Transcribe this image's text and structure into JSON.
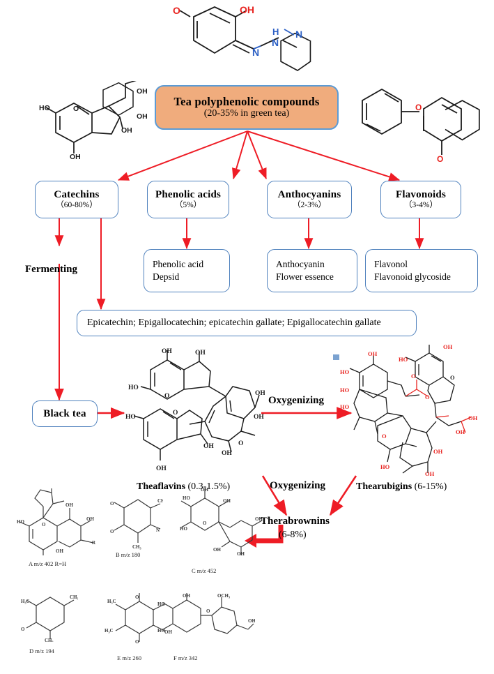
{
  "diagram": {
    "title": "Tea polyphenolic compounds pathway",
    "colors": {
      "arrow": "#ee1c25",
      "box_border": "#4f81bd",
      "main_fill": "#f0ac7d",
      "main_border": "#5b9bd5",
      "chem_black": "#1a1a1a",
      "chem_red": "#e8231f",
      "chem_blue": "#2b5fc4"
    },
    "main_node": {
      "title": "Tea polyphenolic compounds",
      "subtitle": "(20-35% in green tea)"
    },
    "categories": [
      {
        "name": "Catechins",
        "percent": "（60-80%）"
      },
      {
        "name": "Phenolic acids",
        "percent": "（5%）"
      },
      {
        "name": "Anthocyanins",
        "percent": "（2-3%）"
      },
      {
        "name": "Flavonoids",
        "percent": "（3-4%）"
      }
    ],
    "sub_boxes": {
      "phenolic_acids": [
        "Phenolic acid",
        "Depsid"
      ],
      "anthocyanins": [
        "Anthocyanin",
        "Flower essence"
      ],
      "flavonoids": [
        "Flavonol",
        "Flavonoid glycoside"
      ]
    },
    "catechin_members": "Epicatechin; Epigallocatechin; epicatechin gallate; Epigallocatechin gallate",
    "process_labels": {
      "fermenting": "Fermenting",
      "oxygenizing_right": "Oxygenizing",
      "oxygenizing_down": "Oxygenizing"
    },
    "black_tea": "Black tea",
    "products": [
      {
        "name": "Theaflavins",
        "percent": "(0.3-1.5%)"
      },
      {
        "name": "Thearubigins",
        "percent": "(6-15%)"
      }
    ],
    "therabrownins": {
      "name": "Therabrownins",
      "percent": "(6-8%)"
    },
    "compound_captions": [
      "A  m/z 402 R=H",
      "B  m/z 180",
      "C  m/z 452",
      "D  m/z 194",
      "E  m/z 260",
      "F  m/z 342"
    ],
    "structure_atom_labels": {
      "top_quinone_hydrazone": [
        "O",
        "OH",
        "N",
        "H",
        "N",
        "N"
      ],
      "catechin_left": [
        "HO",
        "O",
        "OH",
        "OH",
        "OH",
        "OH"
      ],
      "flavone_right": [
        "O",
        "O"
      ]
    }
  }
}
